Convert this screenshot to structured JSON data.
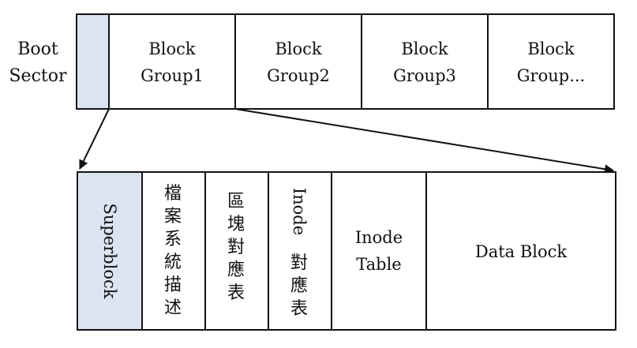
{
  "boot_sector": {
    "line1": "Boot",
    "line2": "Sector"
  },
  "block_groups": [
    {
      "line1": "Block",
      "line2": "Group1"
    },
    {
      "line1": "Block",
      "line2": "Group2"
    },
    {
      "line1": "Block",
      "line2": "Group3"
    },
    {
      "line1": "Block",
      "line2": "Group..."
    }
  ],
  "group_detail": {
    "superblock": "Superblock",
    "fs_description": [
      "檔",
      "案",
      "系",
      "統",
      "描",
      "述"
    ],
    "block_bitmap": [
      "區",
      "塊",
      "對",
      "應",
      "表"
    ],
    "inode_bitmap": {
      "word": "Inode",
      "cjk": [
        "對",
        "應",
        "表"
      ]
    },
    "inode_table": {
      "line1": "Inode",
      "line2": "Table"
    },
    "data_block": "Data Block"
  },
  "colors": {
    "highlight_fill": "#dde4f1",
    "stroke": "#111111",
    "background": "#ffffff"
  }
}
